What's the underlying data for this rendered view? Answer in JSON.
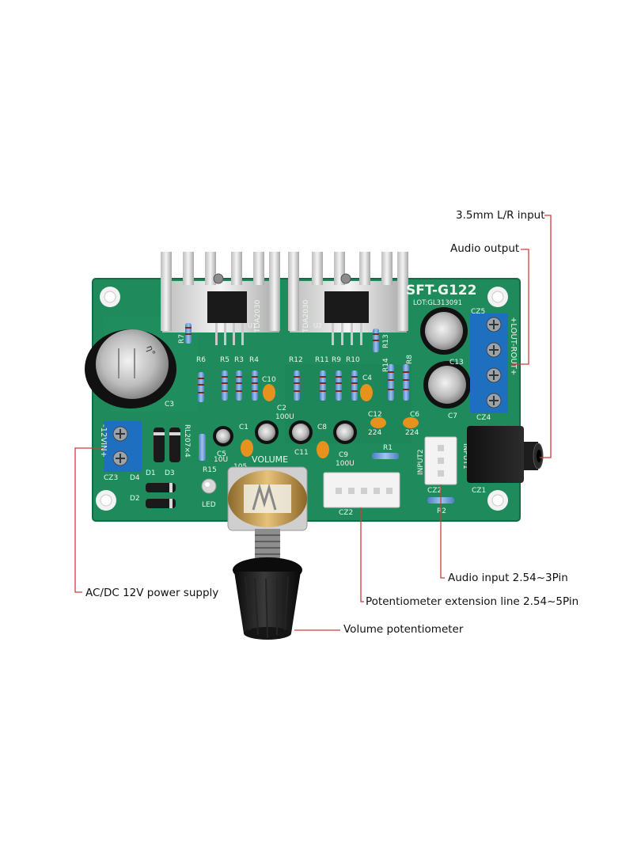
{
  "board": {
    "model": "SFT-G122",
    "lot": "LOT:GL313091",
    "ic_left": "TDA2030",
    "ic_right": "TDA2030",
    "ic_left_ref": "U1",
    "ic_right_ref": "U2",
    "volume_label": "VOLUME",
    "led_label": "LED",
    "power_terminal": "-12VIN+",
    "output_terminal": "+LOUT-ROUT+",
    "diode_label": "RL207×4",
    "cap_left_value": "100U",
    "cap_right_value": "100U",
    "cap_small_value": "10U",
    "cap_c4_value": "224",
    "cap_c6_value": "224",
    "cap_c10_value": "105",
    "refs": {
      "r7": "R7",
      "r6": "R6",
      "r5": "R5",
      "r3": "R3",
      "r4": "R4",
      "r12": "R12",
      "r11": "R11",
      "r9": "R9",
      "r10": "R10",
      "r13": "R13",
      "r14": "R14",
      "r8": "R8",
      "r15": "R15",
      "r1": "R1",
      "r2": "R2",
      "c1": "C1",
      "c2": "C2",
      "c3": "C3",
      "c4": "C4",
      "c5": "C5",
      "c6": "C6",
      "c7": "C7",
      "c8": "C8",
      "c9": "C9",
      "c10": "C10",
      "c11": "C11",
      "c12": "C12",
      "c13": "C13",
      "cz1": "CZ1",
      "cz2": "CZ2",
      "cz3": "CZ3",
      "cz4": "CZ4",
      "cz5": "CZ5",
      "d1": "D1",
      "d2": "D2",
      "d3": "D3",
      "d4": "D4",
      "input1": "INPUT1",
      "input2": "INPUT2"
    }
  },
  "callouts": {
    "lr_input": "3.5mm L/R input",
    "audio_output": "Audio output",
    "audio_input": "Audio input 2.54~3Pin",
    "pot_extension": "Potentiometer extension line 2.54~5Pin",
    "volume_pot": "Volume potentiometer",
    "power_supply": "AC/DC 12V power supply"
  },
  "colors": {
    "pcb": "#1f8a5c",
    "pcb_dark": "#17704a",
    "terminal_blue": "#1e6fc0",
    "callout_line": "#d23b3b",
    "heatsink": "#e8e8e8",
    "cap_sleeve": "#1a1a1a"
  }
}
